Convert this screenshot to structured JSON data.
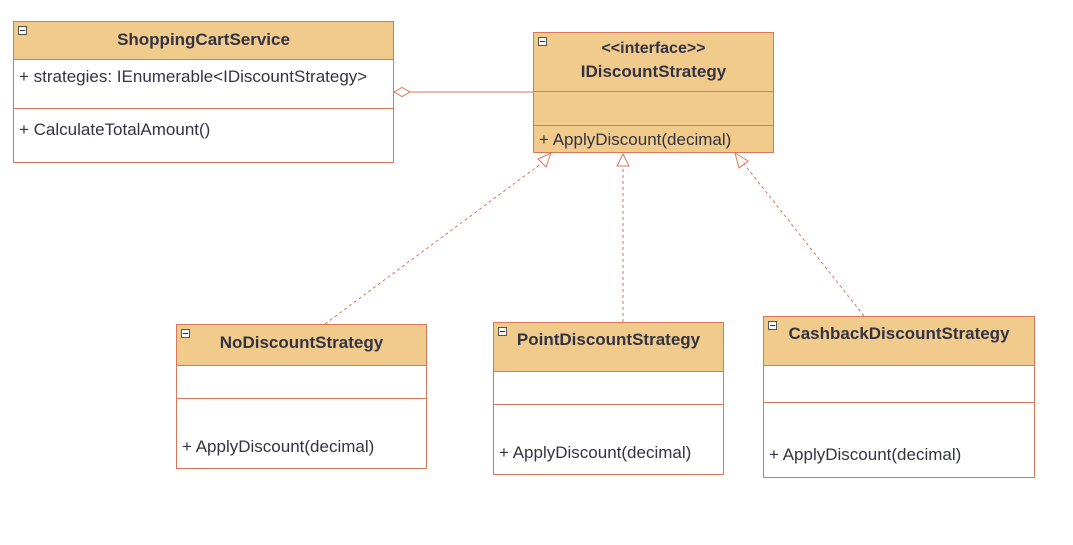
{
  "classes": {
    "shopping_cart": {
      "name": "ShoppingCartService",
      "attributes": [
        "+ strategies: IEnumerable<IDiscountStrategy>"
      ],
      "methods": [
        "+ CalculateTotalAmount()"
      ]
    },
    "idiscount": {
      "stereotype": "<<interface>>",
      "name": "IDiscountStrategy",
      "attributes": [],
      "methods": [
        "+ ApplyDiscount(decimal)"
      ]
    },
    "no_discount": {
      "name": "NoDiscountStrategy",
      "attributes": [],
      "methods": [
        "+ ApplyDiscount(decimal)"
      ]
    },
    "point_discount": {
      "name": "PointDiscountStrategy",
      "attributes": [],
      "methods": [
        "+ ApplyDiscount(decimal)"
      ]
    },
    "cashback_discount": {
      "name": "CashbackDiscountStrategy",
      "attributes": [],
      "methods": [
        "+ ApplyDiscount(decimal)"
      ]
    }
  },
  "relationships": [
    {
      "type": "aggregation",
      "from": "ShoppingCartService",
      "to": "IDiscountStrategy"
    },
    {
      "type": "realization",
      "from": "NoDiscountStrategy",
      "to": "IDiscountStrategy"
    },
    {
      "type": "realization",
      "from": "PointDiscountStrategy",
      "to": "IDiscountStrategy"
    },
    {
      "type": "realization",
      "from": "CashbackDiscountStrategy",
      "to": "IDiscountStrategy"
    }
  ],
  "colors": {
    "header_fill": "#f0cb8c",
    "border": "#d9775a",
    "text": "#333344"
  }
}
